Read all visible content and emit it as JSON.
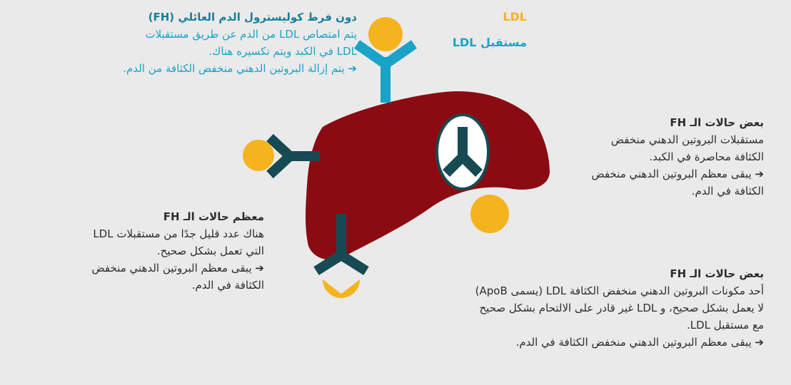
{
  "colors": {
    "background": "#eaeaea",
    "liver": "#8b0b12",
    "ldl_particle": "#f5b41e",
    "receptor_normal": "#1aa3c6",
    "receptor_defective": "#174a52",
    "heading_dark": "#2d2d2d",
    "teal_text": "#1aa3c6"
  },
  "legend": {
    "ldl": "LDL",
    "receptor": "مستقبل LDL"
  },
  "blocks": {
    "no_fh": {
      "heading": "دون فرط كوليسترول الدم العائلي (FH)",
      "line1": "يتم امتصاص LDL من الدم عن طريق مستقبلات",
      "line2": "LDL في الكبد ويتم تكسيره هناك.",
      "line3": "يتم إزالة البروتين الدهني منخفض الكثافة من الدم."
    },
    "some_fh_trapped": {
      "heading": "بعض حالات الـ FH",
      "line1": "مستقبلات البروتين الدهني منخفض",
      "line2": "الكثافة محاصرة في الكبد.",
      "line3": "يبقى معظم البروتين الدهني منخفض",
      "line4": "الكثافة في الدم."
    },
    "most_fh": {
      "heading": "معظم حالات الـ FH",
      "line1": "هناك عدد قليل جدًا من مستقبلات LDL",
      "line2": "التي تعمل بشكل صحيح.",
      "line3": "يبقى معظم البروتين الدهني منخفض",
      "line4": "الكثافة في الدم."
    },
    "some_fh_apob": {
      "heading": "بعض حالات الـ FH",
      "line1": "أحد مكونات البروتين الدهني منخفض الكثافة LDL (يسمى ApoB)",
      "line2": "لا يعمل بشكل صحيح، و LDL غير قادر على الالتحام بشكل صحيح",
      "line3": "مع مستقبل LDL.",
      "line4": "يبقى معظم البروتين الدهني منخفض الكثافة في الدم."
    }
  },
  "arrow_glyph": "➔"
}
